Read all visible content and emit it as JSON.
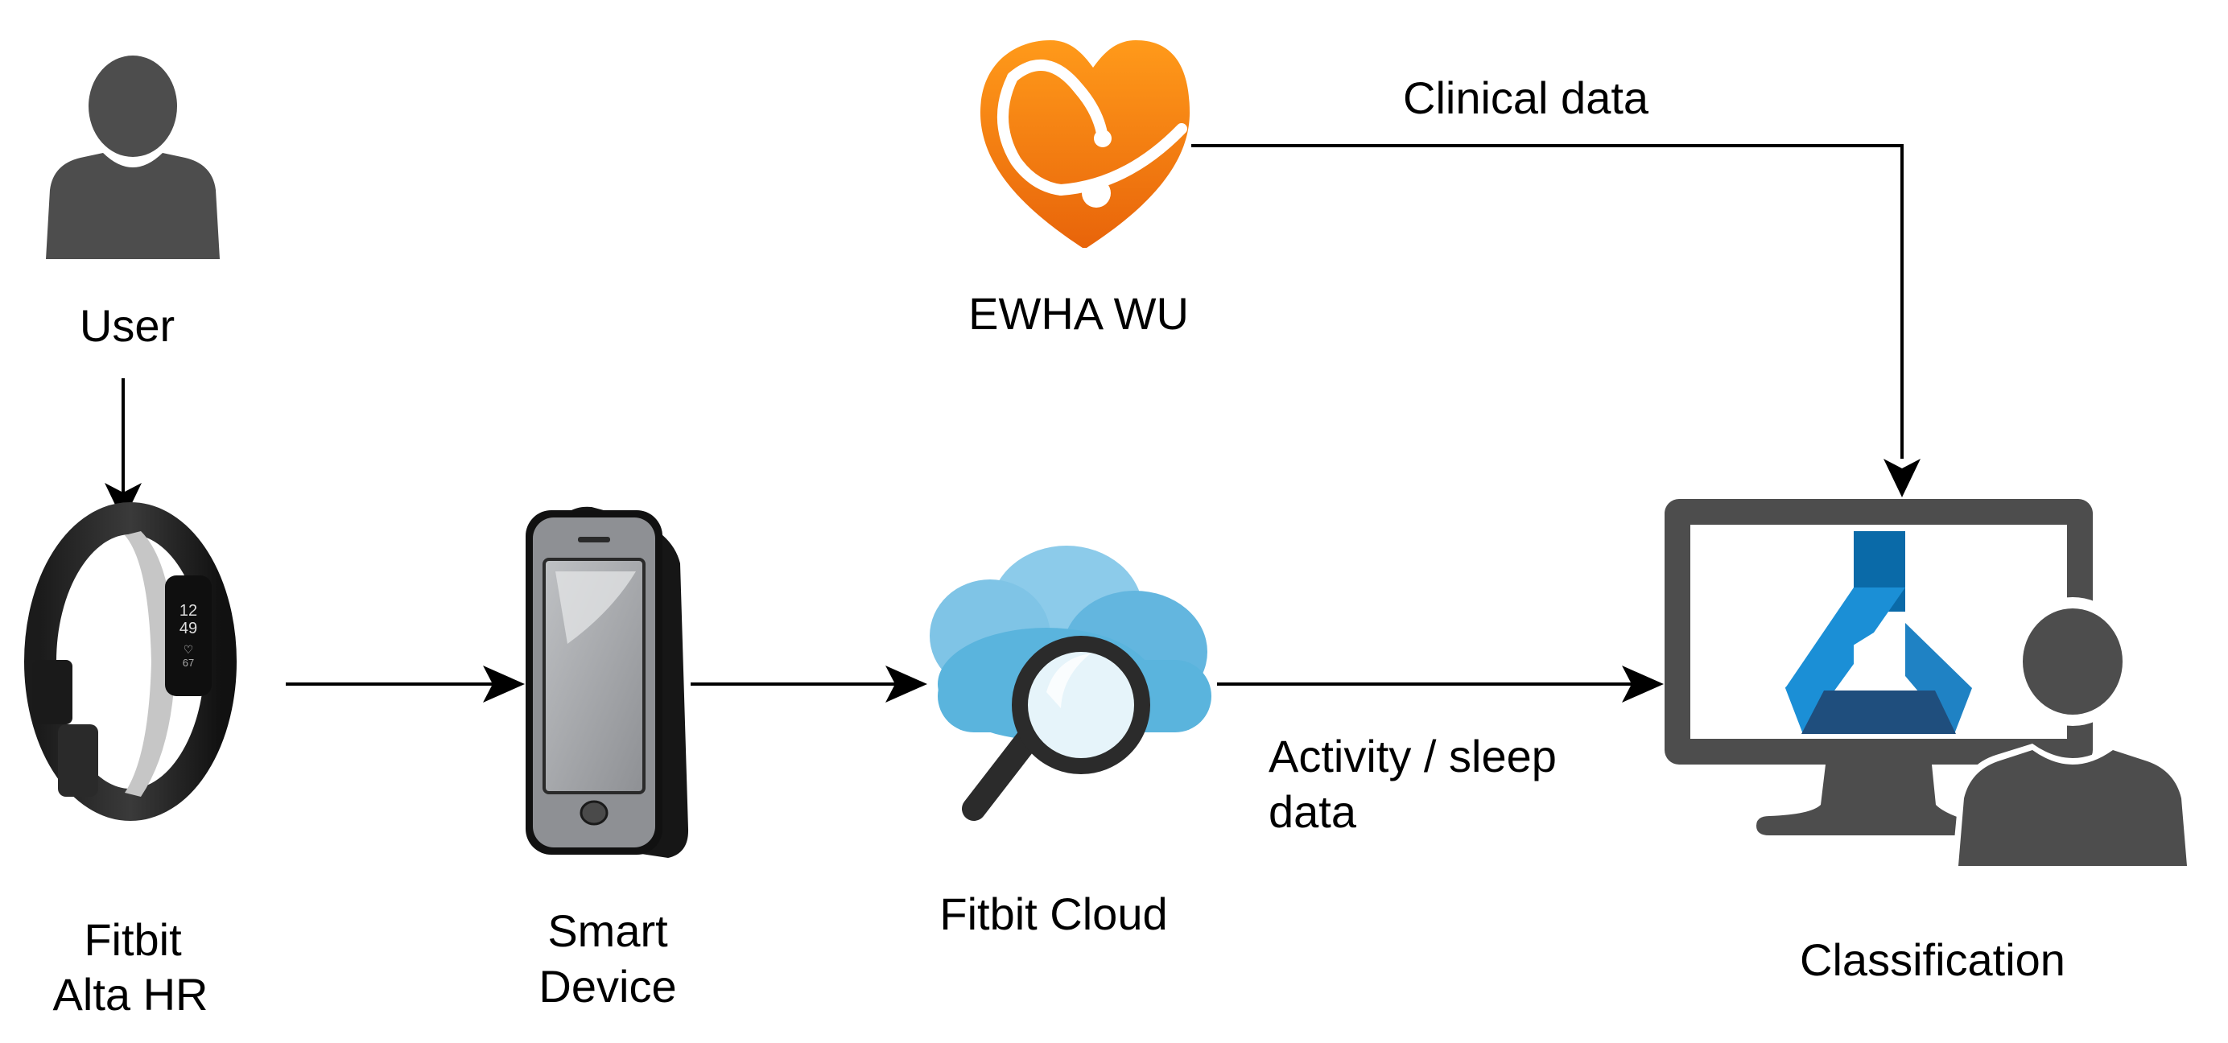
{
  "labels": {
    "user": "User",
    "fitbit_line1": "Fitbit",
    "fitbit_line2": "Alta HR",
    "smart_line1": "Smart",
    "smart_line2": "Device",
    "fitbit_cloud": "Fitbit Cloud",
    "ewha": "EWHA WU",
    "classification": "Classification",
    "clinical_data": "Clinical data",
    "activity_line1": "Activity / sleep",
    "activity_line2": "data"
  },
  "watch_face": {
    "time_hour": "12",
    "time_min": "49",
    "hr_value": "67"
  },
  "icons": {
    "user": "user-icon",
    "fitbit": "fitbit-band-icon",
    "phone": "smartphone-icon",
    "cloud": "cloud-search-icon",
    "ewha": "heart-stethoscope-icon",
    "classification": "monitor-ml-user-icon"
  },
  "colors": {
    "icon_gray": "#4d4d4d",
    "heart_orange": "#f07c0e",
    "cloud_blue": "#5ab4dd",
    "flask_blue": "#1b8fd6",
    "flask_dark": "#1f4e7d"
  }
}
